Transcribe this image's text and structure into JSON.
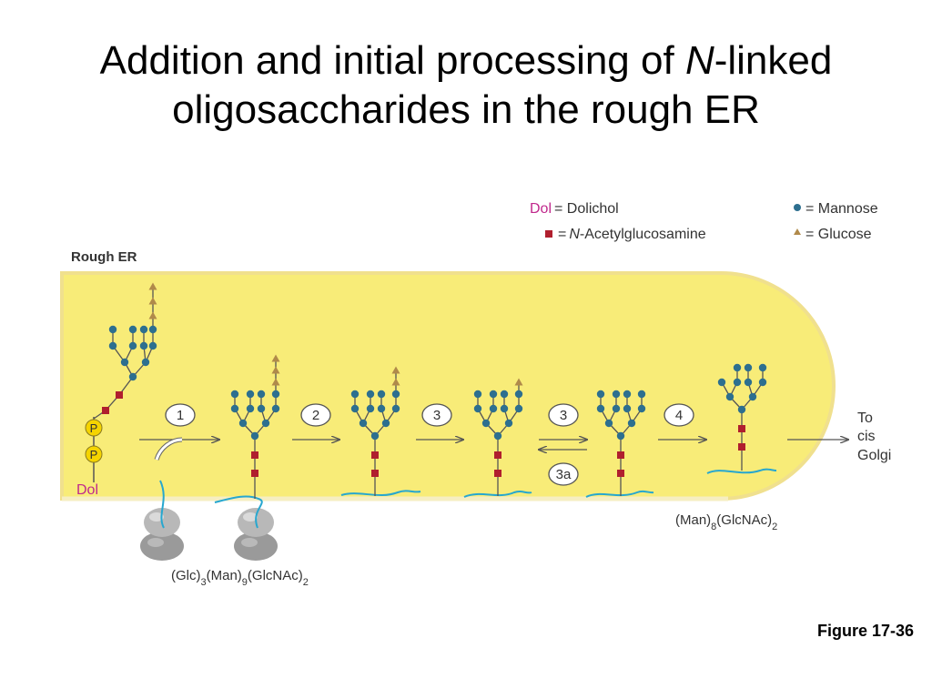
{
  "title": {
    "line1_pre": "Addition and initial processing of ",
    "line1_italic": "N",
    "line1_post": "-linked",
    "line2": "oligosaccharides in the rough ER"
  },
  "legend": {
    "dol_abbr": "Dol",
    "dol_text": "= Dolichol",
    "glcnac_italic": "N",
    "glcnac_text": "-Acetylglucosamine",
    "glcnac_eq": "=",
    "mannose_text": "= Mannose",
    "glucose_text": "= Glucose"
  },
  "labels": {
    "compartment": "Rough ER",
    "dol": "Dol",
    "phosphate": "P",
    "exit_line1": "To",
    "exit_line2": "cis",
    "exit_line3": "Golgi",
    "precursor_formula": "(Glc)3(Man)9(GlcNAc)2",
    "product_formula": "(Man)8(GlcNAc)2"
  },
  "steps": [
    "1",
    "2",
    "3",
    "3",
    "3a",
    "4"
  ],
  "colors": {
    "er_lumen": "#f8ec78",
    "er_membrane": "#f3e7a8",
    "mannose": "#2d6f8f",
    "glucose": "#b08a4a",
    "glcnac": "#b01f2e",
    "dolichol": "#c0288c",
    "protein_chain": "#27a7cf",
    "ribosome": "#9a9a9a"
  },
  "figure_caption": "Figure 17-36"
}
